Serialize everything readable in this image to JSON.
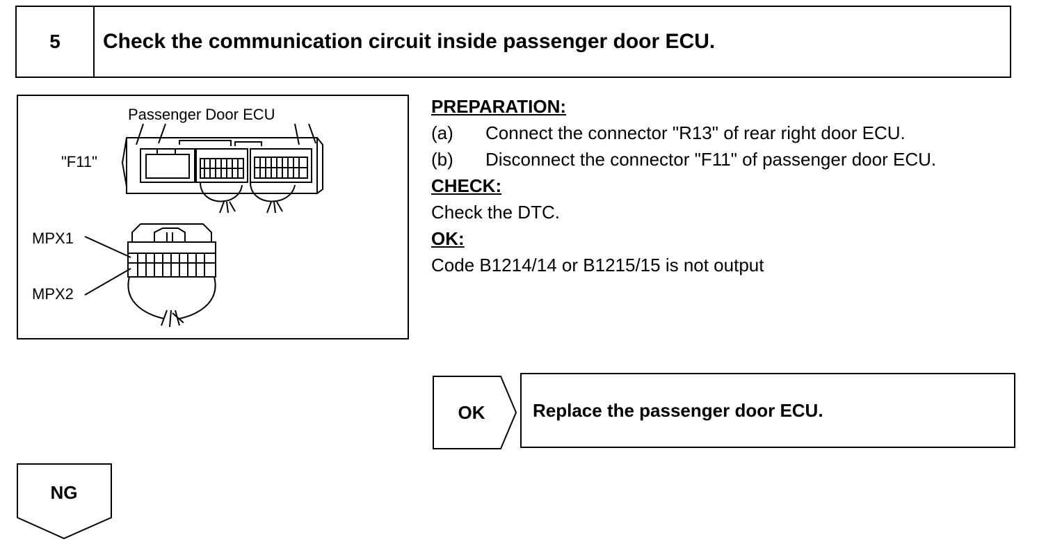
{
  "step": {
    "number": "5",
    "title": "Check the communication circuit inside passenger door ECU."
  },
  "figure": {
    "label_ecu": "Passenger Door ECU",
    "label_connector": "\"F11\"",
    "label_mpx1": "MPX1",
    "label_mpx2": "MPX2"
  },
  "instructions": {
    "preparation_heading": "PREPARATION:",
    "steps": [
      {
        "key": "(a)",
        "text": "Connect the connector \"R13\" of rear right door ECU."
      },
      {
        "key": "(b)",
        "text": "Disconnect the connector \"F11\" of passenger door ECU."
      }
    ],
    "check_heading": "CHECK:",
    "check_text": "Check the DTC.",
    "ok_heading": "OK:",
    "ok_text": "Code B1214/14 or B1215/15 is not output"
  },
  "ok_branch": {
    "label": "OK",
    "result": "Replace the passenger door ECU."
  },
  "ng_branch": {
    "label": "NG"
  }
}
